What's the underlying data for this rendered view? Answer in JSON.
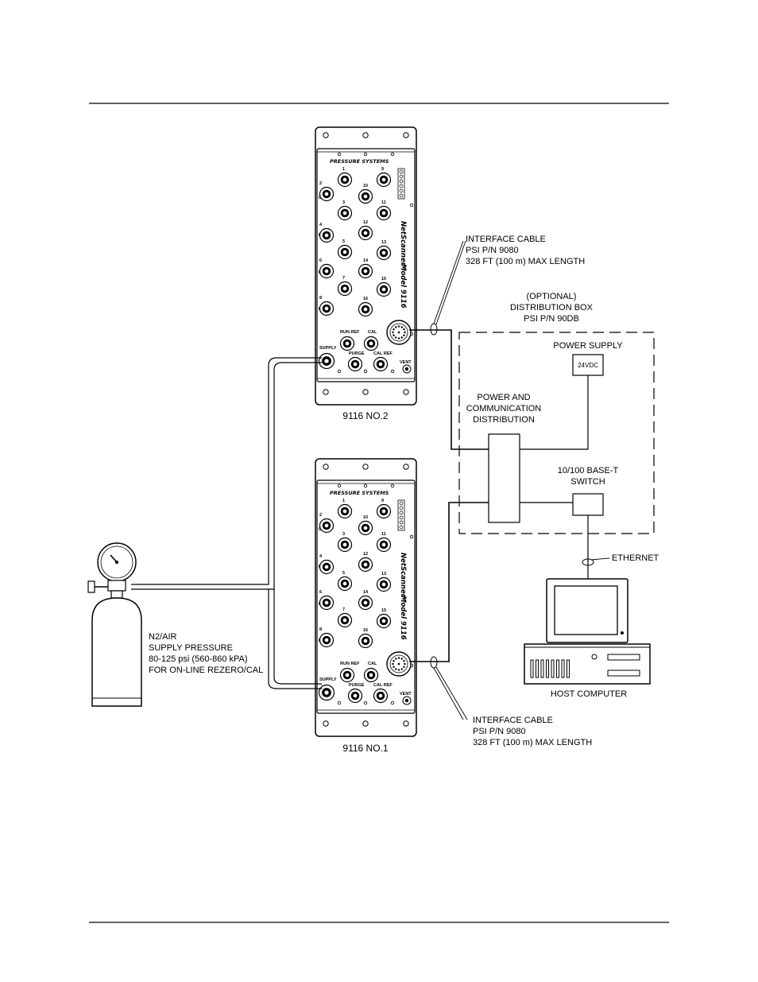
{
  "scanner_top": {
    "brand": "PRESSURE SYSTEMS",
    "model_name": "NetScanner™",
    "model_number": "Model 9116",
    "caption": "9116 NO.2",
    "port_labels": [
      "1",
      "2",
      "3",
      "4",
      "5",
      "6",
      "7",
      "8",
      "9",
      "10",
      "11",
      "12",
      "13",
      "14",
      "15",
      "16"
    ],
    "aux_labels": {
      "run_ref": "RUN REF",
      "cal": "CAL",
      "supply": "SUPPLY",
      "purge": "PURGE",
      "cal_ref": "CAL REF",
      "vent": "VENT"
    }
  },
  "scanner_bottom": {
    "brand": "PRESSURE SYSTEMS",
    "model_name": "NetScanner™",
    "model_number": "Model 9116",
    "caption": "9116 NO.1",
    "port_labels": [
      "1",
      "2",
      "3",
      "4",
      "5",
      "6",
      "7",
      "8",
      "9",
      "10",
      "11",
      "12",
      "13",
      "14",
      "15",
      "16"
    ],
    "aux_labels": {
      "run_ref": "RUN REF",
      "cal": "CAL",
      "supply": "SUPPLY",
      "purge": "PURGE",
      "cal_ref": "CAL REF",
      "vent": "VENT"
    }
  },
  "interface_cable_top": [
    "INTERFACE CABLE",
    "PSI P/N 9080",
    "328 FT (100 m) MAX LENGTH"
  ],
  "interface_cable_bottom": [
    "INTERFACE CABLE",
    "PSI P/N 9080",
    "328 FT (100 m) MAX LENGTH"
  ],
  "distribution_box": [
    "(OPTIONAL)",
    "DISTRIBUTION BOX",
    "PSI P/N 90DB"
  ],
  "power_supply": {
    "title": "POWER SUPPLY",
    "value": "24VDC"
  },
  "power_comm": [
    "POWER AND",
    "COMMUNICATION",
    "DISTRIBUTION"
  ],
  "switch": [
    "10/100 BASE-T",
    "SWITCH"
  ],
  "ethernet": "ETHERNET",
  "host_computer": "HOST COMPUTER",
  "gas_supply": [
    "N2/AIR",
    "SUPPLY PRESSURE",
    "80-125 psi (560-860 kPA)",
    "FOR ON-LINE REZERO/CAL"
  ]
}
